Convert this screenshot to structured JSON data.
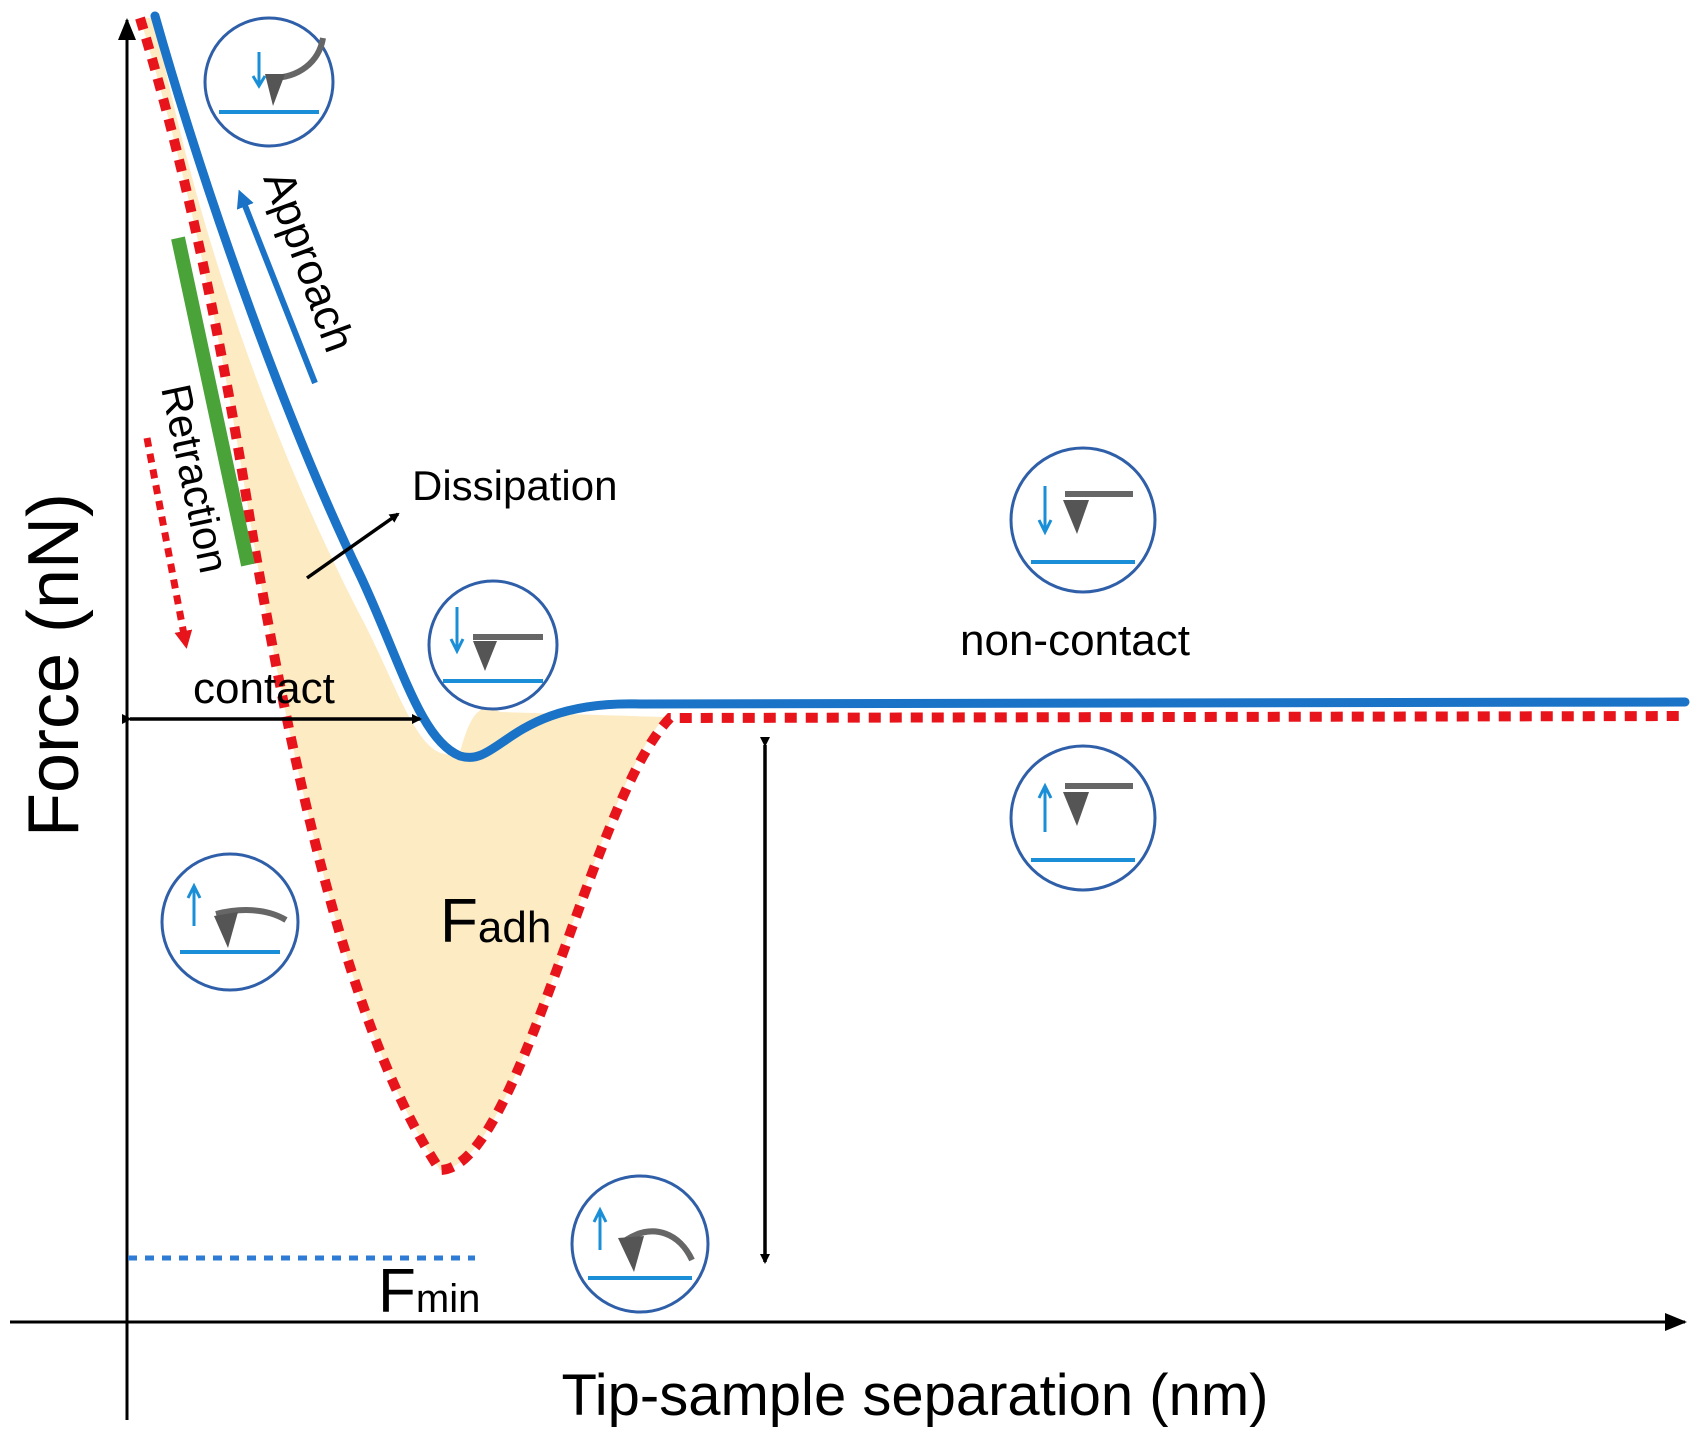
{
  "labels": {
    "y_axis": "Force (nN)",
    "x_axis": "Tip-sample separation (nm)",
    "approach": "Approach",
    "retraction": "Retraction",
    "dissipation": "Dissipation",
    "contact": "contact",
    "non_contact": "non-contact",
    "f_adh_main": "F",
    "f_adh_sub": "adh",
    "f_min_main": "F",
    "f_min_sub": "min"
  },
  "colors": {
    "approach_curve": "#1a73c6",
    "retraction_curve": "#e8141b",
    "dissipation_fill": "#fdebc4",
    "green_segment": "#4aa338",
    "fmin_dotted": "#2e7bd6",
    "icon_circle": "#2f5fa8",
    "icon_arrow": "#1a8fd8",
    "icon_surface": "#1a8fd8",
    "tip_gray": "#555555"
  },
  "icons": [
    {
      "name": "tip-approach-contact-icon",
      "arrow": "down",
      "cantilever": "bent-up"
    },
    {
      "name": "tip-approach-snap-icon",
      "arrow": "down",
      "cantilever": "flat"
    },
    {
      "name": "tip-approach-noncontact-icon",
      "arrow": "down",
      "cantilever": "flat"
    },
    {
      "name": "tip-retract-noncontact-icon",
      "arrow": "up",
      "cantilever": "flat"
    },
    {
      "name": "tip-retract-contact-icon",
      "arrow": "up",
      "cantilever": "bent-down-slight"
    },
    {
      "name": "tip-retract-adhesion-icon",
      "arrow": "up",
      "cantilever": "bent-down"
    }
  ]
}
